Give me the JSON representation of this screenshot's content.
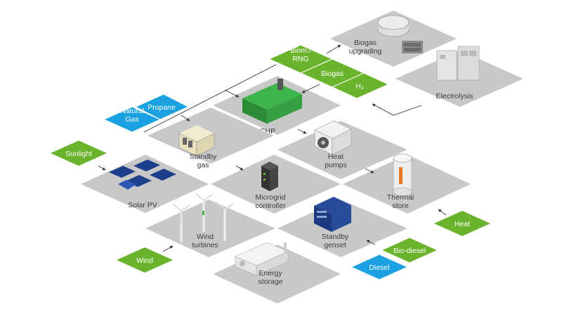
{
  "colors": {
    "tile": "#c8c8c8",
    "tile_label": "#3c3c3c",
    "green": "#6ab42d",
    "blue": "#1ba1e2",
    "flow_line": "#333333"
  },
  "tiles": {
    "biogas_upgrading": "Biogas\nupgrading",
    "electrolysis": "Electrolysis",
    "chp": "CHP",
    "standby_gas": "Standby\ngas",
    "heat_pumps": "Heat\npumps",
    "solar_pv": "Solar PV",
    "microgrid_controller": "Microgrid\ncontroller",
    "thermal_store": "Thermal\nstore",
    "wind_turbines": "Wind\nturbines",
    "standby_genset": "Standby\ngenset",
    "energy_storage": "Energy\nstorage"
  },
  "fuels": {
    "biom_rng": "Biom./\nRNG",
    "biogas": "Biogas",
    "h2": "H₂",
    "propane": "Propane",
    "natural_gas": "Natural\nGas",
    "sunlight": "Sunlight",
    "wind": "Wind",
    "heat": "Heat",
    "bio_diesel": "Bio-diesel",
    "diesel": "Diesel"
  },
  "icons": {
    "chp": "chp-engine-icon",
    "standby_gas": "gas-generator-icon",
    "heat_pumps": "heat-pump-icon",
    "solar_pv": "solar-panel-icon",
    "microgrid_controller": "controller-cabinet-icon",
    "thermal_store": "thermal-tank-icon",
    "wind_turbines": "wind-turbine-icon",
    "standby_genset": "diesel-genset-icon",
    "energy_storage": "battery-storage-icon",
    "biogas_upgrading": "biogas-plant-icon",
    "electrolysis": "electrolyser-icon"
  }
}
